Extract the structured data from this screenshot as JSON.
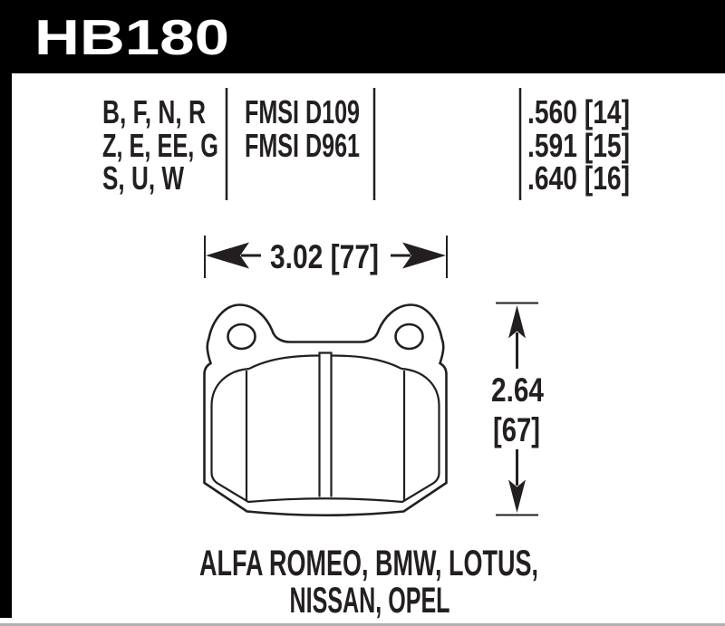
{
  "header": {
    "part_number": "HB180"
  },
  "table": {
    "compound_codes": [
      "B, F, N, R",
      "Z, E, EE, G",
      "S, U, W"
    ],
    "fmsi_numbers": [
      "FMSI D109",
      "FMSI D961"
    ],
    "thickness_values": [
      ".560 [14]",
      ".591 [15]",
      ".640 [16]"
    ]
  },
  "dimensions": {
    "width_label": "3.02 [77]",
    "height_value": "2.64",
    "height_bracket": "[67]"
  },
  "applications": {
    "line1": "ALFA ROMEO, BMW, LOTUS,",
    "line2": "NISSAN, OPEL"
  },
  "colors": {
    "header_bg": "#000000",
    "header_text": "#ffffff",
    "ink": "#231f20",
    "bottom_rule": "#b0b0b0"
  }
}
